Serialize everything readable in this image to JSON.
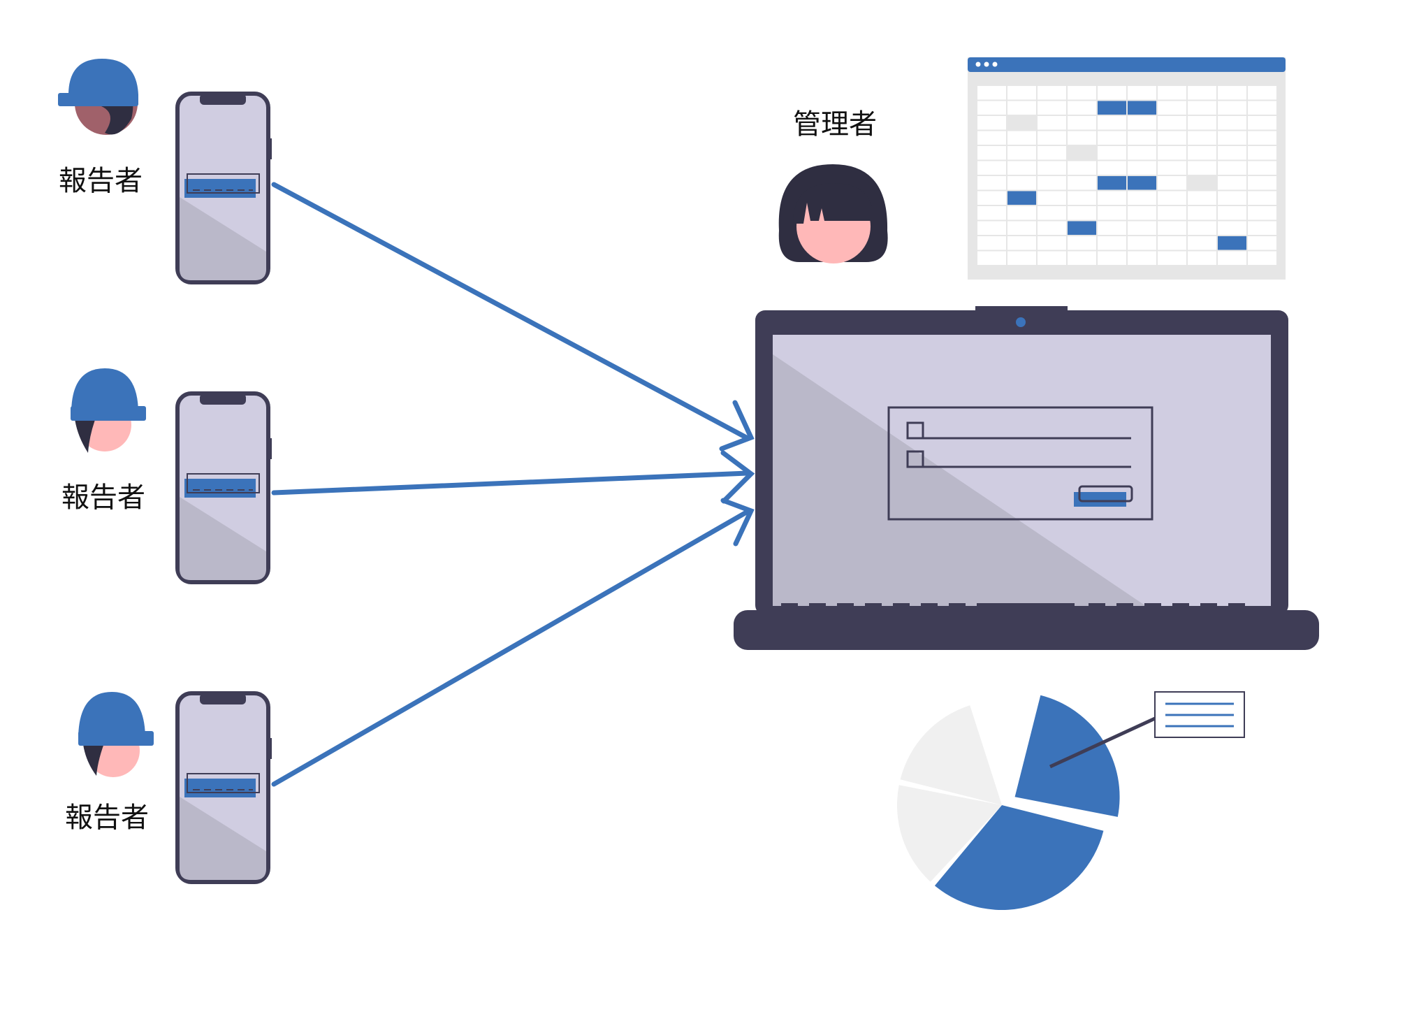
{
  "colors": {
    "accent": "#3b73ba",
    "dark": "#3f3d56",
    "screen": "#d0cde1",
    "shade": "#bab8c9",
    "skin_light": "#ffb8b8",
    "skin_dark": "#a0616a",
    "hair": "#2f2e41",
    "pie_light": "#f0f0f0",
    "grid_light": "#e6e6e6",
    "white": "#ffffff"
  },
  "reporters": [
    {
      "label": "報告者",
      "skin": "skin_dark",
      "icon": "worker-helmet-icon"
    },
    {
      "label": "報告者",
      "skin": "skin_light",
      "icon": "worker-helmet-icon"
    },
    {
      "label": "報告者",
      "skin": "skin_light",
      "icon": "worker-helmet-icon"
    }
  ],
  "manager": {
    "label": "管理者",
    "icon": "manager-avatar-icon"
  },
  "devices": {
    "phone_icon": "smartphone-icon",
    "laptop_icon": "laptop-icon",
    "spreadsheet_icon": "spreadsheet-icon",
    "pie_icon": "pie-chart-icon",
    "arrow_icon": "arrow-icon"
  },
  "spreadsheet": {
    "rows": 12,
    "cols": 10,
    "blue_cells": [
      [
        1,
        4,
        2
      ],
      [
        6,
        4,
        2
      ],
      [
        7,
        1,
        1
      ],
      [
        9,
        3,
        1
      ],
      [
        10,
        8,
        1
      ]
    ],
    "gray_cells": [
      [
        2,
        1,
        1
      ],
      [
        4,
        3,
        1
      ],
      [
        6,
        7,
        1
      ]
    ]
  },
  "pie": {
    "slices": [
      {
        "share": 0.25,
        "color": "accent",
        "exploded": true
      },
      {
        "share": 0.33,
        "color": "accent",
        "exploded": false
      },
      {
        "share": 0.17,
        "color": "pie_light",
        "exploded": false
      },
      {
        "share": 0.17,
        "color": "pie_light",
        "exploded": false
      }
    ]
  }
}
